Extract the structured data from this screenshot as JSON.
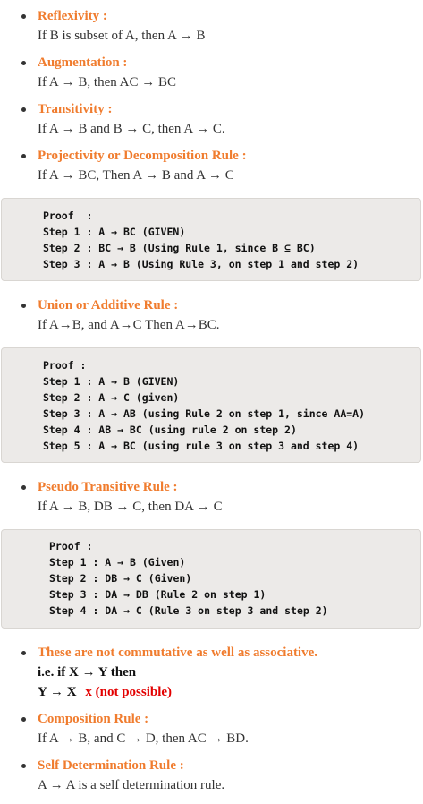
{
  "rules": [
    {
      "title": "Reflexivity :",
      "desc": "If B is subset of A, then A → B"
    },
    {
      "title": "Augmentation :",
      "desc": "If A → B, then AC → BC"
    },
    {
      "title": "Transitivity :",
      "desc": "If A → B and B → C, then A → C."
    },
    {
      "title": "Projectivity or Decomposition Rule :",
      "desc": "If A → BC, Then A → B and A → C"
    },
    {
      "title": "Union or Additive Rule :",
      "desc": "If A→B, and A→C Then A→BC."
    },
    {
      "title": "Pseudo Transitive Rule :",
      "desc": "If A → B, DB → C, then DA → C"
    },
    {
      "title": "These are not commutative as well as associative.",
      "line2": "i.e. if X → Y then",
      "line3a": "Y → X",
      "line3b": "x (not possible)"
    },
    {
      "title": "Composition Rule :",
      "desc": "If A → B, and C → D, then AC → BD."
    },
    {
      "title": "Self Determination Rule :",
      "desc": "A → A is a self determination rule."
    }
  ],
  "proofs": [
    {
      "lines": [
        "Proof  :",
        "Step 1 : A → BC (GIVEN)",
        "Step 2 : BC → B (Using Rule 1, since B ⊆ BC)",
        "Step 3 : A → B (Using Rule 3, on step 1 and step 2)"
      ]
    },
    {
      "lines": [
        "Proof :",
        "Step 1 : A → B (GIVEN)",
        "Step 2 : A → C (given)",
        "Step 3 : A → AB (using Rule 2 on step 1, since AA=A)",
        "Step 4 : AB → BC (using rule 2 on step 2)",
        "Step 5 : A → BC (using rule 3 on step 3 and step 4)"
      ]
    },
    {
      "lines": [
        "Proof :",
        "Step 1 : A → B (Given)",
        "Step 2 : DB → C (Given)",
        "Step 3 : DA → DB (Rule 2 on step 1)",
        "Step 4 : DA → C (Rule 3 on step 3 and step 2)"
      ]
    }
  ],
  "colors": {
    "accent": "#f07c2e",
    "warning": "#e30000",
    "code_bg": "#eceae8"
  }
}
